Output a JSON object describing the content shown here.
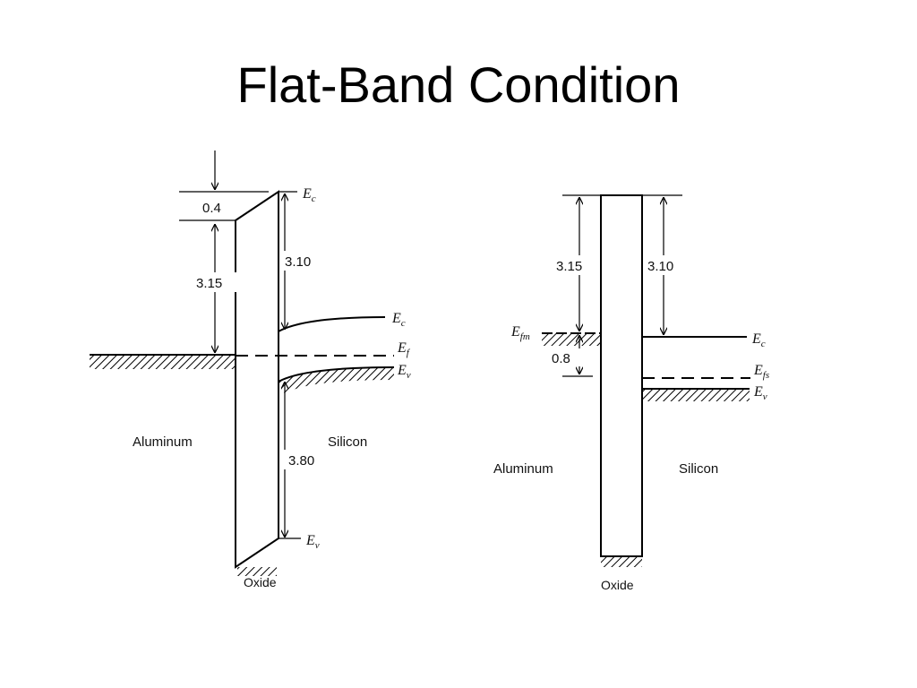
{
  "slide": {
    "title": "Flat-Band Condition"
  },
  "left_diagram": {
    "aluminum_label": "Aluminum",
    "silicon_label": "Silicon",
    "oxide_label": "Oxide",
    "dim_04": "0.4",
    "dim_315": "3.15",
    "dim_310": "3.10",
    "dim_380": "3.80",
    "ec_top": {
      "base": "E",
      "sub": "c"
    },
    "ec_si": {
      "base": "E",
      "sub": "c"
    },
    "ef": {
      "base": "E",
      "sub": "f"
    },
    "ev_si": {
      "base": "E",
      "sub": "v"
    },
    "ev_bottom": {
      "base": "E",
      "sub": "v"
    }
  },
  "right_diagram": {
    "aluminum_label": "Aluminum",
    "silicon_label": "Silicon",
    "oxide_label": "Oxide",
    "dim_315": "3.15",
    "dim_310": "3.10",
    "dim_08": "0.8",
    "efm": {
      "base": "E",
      "sub": "fm"
    },
    "ec": {
      "base": "E",
      "sub": "c"
    },
    "efs": {
      "base": "E",
      "sub": "fs"
    },
    "ev": {
      "base": "E",
      "sub": "v"
    }
  }
}
